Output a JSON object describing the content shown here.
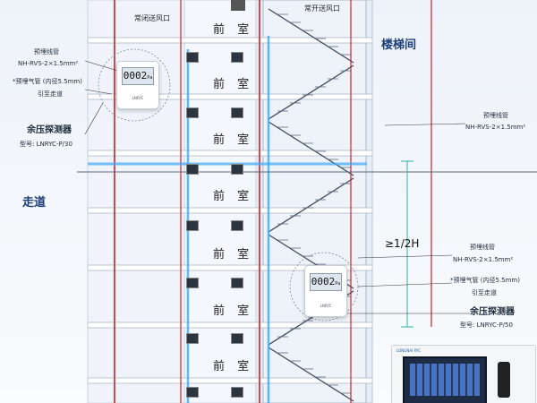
{
  "labels": {
    "top_vent_left": "常闭送风口",
    "top_vent_right": "常开送风口",
    "staircase": "楼梯间",
    "corridor": "走道",
    "room": "前  室",
    "ratio": "≥1/2H",
    "left_pipe_title": "预埋线管",
    "left_pipe_spec": "NH-RVS-2×1.5mm²",
    "left_tube_title": "*预埋气管 (内径5.5mm)",
    "left_tube_dest": "引至走道",
    "left_detector_title": "余压探测器",
    "left_detector_model": "型号: LNRYC-P/30",
    "right_top_pipe_title": "预埋线管",
    "right_top_pipe_spec": "NH-RVS-2×1.5mm²",
    "right_pipe_title": "预埋线管",
    "right_pipe_spec": "NH-RVS-2×1.5mm²",
    "right_tube_title": "*预埋气管 (内径5.5mm)",
    "right_tube_dest": "引至走道",
    "right_detector_title": "余压探测器",
    "right_detector_model": "型号: LNRYC-P/50",
    "device_display": "0002",
    "device_unit": "Pa",
    "device_brand": "LNRYC",
    "panel_brand": "LONGNAI RYC"
  },
  "colors": {
    "pipe_red": "#c4242c",
    "glow_blue": "#3aa8ff",
    "wall_blue": "#dfe8f3",
    "stair_line": "#3d4a5c",
    "title_blue": "#1d3f78"
  }
}
